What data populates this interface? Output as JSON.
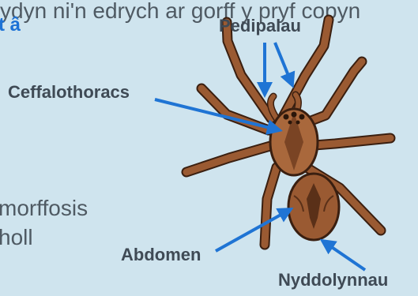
{
  "fragments": {
    "top": "ydyn ni'n edrych ar gorff y pryf copyn",
    "accent": "t â",
    "line1": "morffosis",
    "line2": "holl"
  },
  "labels": {
    "pedipalp": "Pedipalau",
    "cephalothorax": "Ceffalothoracs",
    "abdomen": "Abdomen",
    "spinnerets": "Nyddolynnau"
  },
  "colors": {
    "background": "#cfe4ee",
    "arrow": "#1f74d4",
    "label_text": "#3f4a55",
    "spider_body": "#9a5a32",
    "spider_outline": "#3a1f10"
  }
}
